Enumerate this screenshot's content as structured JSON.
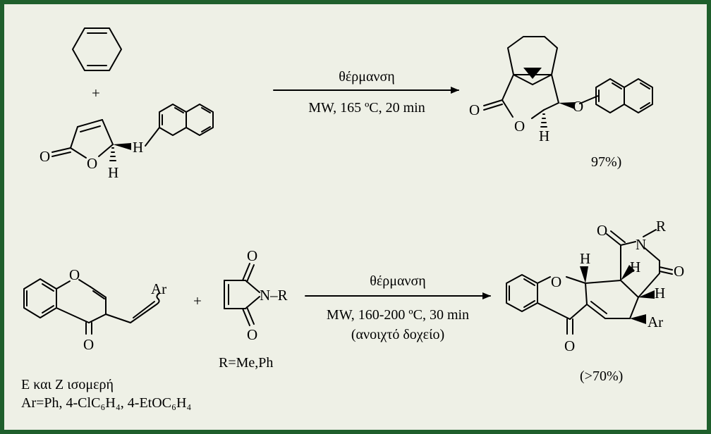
{
  "colors": {
    "border": "#1f5f2c",
    "background": "#eef0e6",
    "ink": "#000000"
  },
  "reaction1": {
    "plus": "+",
    "reactant_atoms": {
      "carbonyl_o": "O",
      "ring_o": "O",
      "h_wedge": "H",
      "h_hash": "H"
    },
    "condition_top": "θέρμανση",
    "condition_bottom": "MW, 165 ºC, 20 min",
    "product_atoms": {
      "carbonyl_o": "O",
      "ring_o": "O",
      "ether_o": "O",
      "h": "H"
    },
    "yield": "97%)"
  },
  "reaction2": {
    "reactant_atoms": {
      "ring_o": "O",
      "carbonyl_o": "O",
      "ar": "Ar"
    },
    "plus": "+",
    "maleimide_atoms": {
      "o_top": "O",
      "o_bottom": "O",
      "n": "N–R"
    },
    "r_def": "R=Me,Ph",
    "condition_top": "θέρμανση",
    "condition_bottom": "MW, 160-200 ºC, 30 min",
    "condition_note": "(ανοιχτό δοχείο)",
    "isomers": "E και Z ισομερή",
    "ar_def": "Ar=Ph, 4-ClC₆H₄, 4-EtOC₆H₄",
    "product_atoms": {
      "o_top": "O",
      "n": "N",
      "r": "R",
      "o_right": "O",
      "h1": "H",
      "h2": "H",
      "h3": "H",
      "ring_o": "O",
      "carbonyl_o": "O",
      "ar": "Ar"
    },
    "yield": "(>70%)"
  }
}
